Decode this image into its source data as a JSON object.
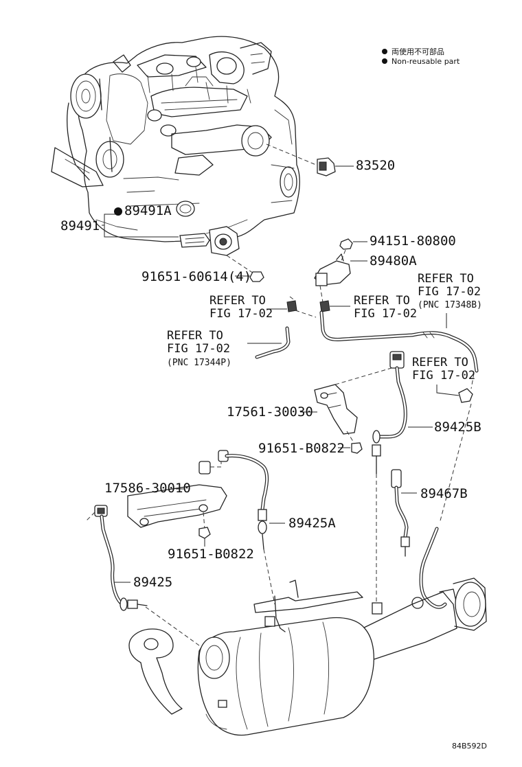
{
  "legend": {
    "line_jp": "両使用不可部品",
    "line_en": "Non-reusable part"
  },
  "parts": {
    "p83520": "83520",
    "p89491A": "89491A",
    "p89491": "89491",
    "p94151": "94151-80800",
    "p89480A": "89480A",
    "p91651_60614": "91651-60614(4)",
    "p17561": "17561-30030",
    "p91651_b0822_a": "91651-B0822",
    "p89425B": "89425B",
    "p17586": "17586-30010",
    "p89425A": "89425A",
    "p89467B": "89467B",
    "p91651_b0822_b": "91651-B0822",
    "p89425": "89425"
  },
  "refs": {
    "ref_left": "REFER TO\nFIG 17-02",
    "ref_mid": "REFER TO\nFIG 17-02",
    "ref_pipe": "REFER TO\nFIG 17-02",
    "ref_pipe_pnc": "(PNC 17344P)",
    "ref_top_right": "REFER TO\nFIG 17-02",
    "ref_top_right_pnc": "(PNC 17348B)",
    "ref_right": "REFER TO\nFIG 17-02"
  },
  "drawing_code": "84B592D",
  "icons": {
    "non_reusable_marker": "filled-circle"
  }
}
